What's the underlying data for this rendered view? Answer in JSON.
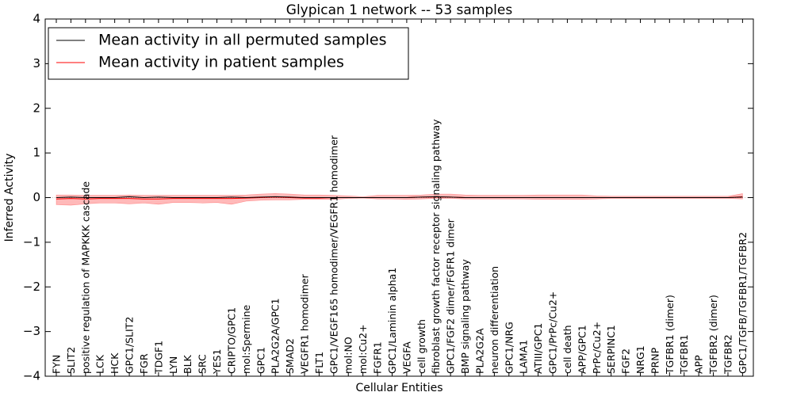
{
  "chart_data": {
    "type": "line",
    "title": "Glypican 1 network -- 53 samples",
    "xlabel": "Cellular Entities",
    "ylabel": "Inferred Activity",
    "ylim": [
      -4,
      4
    ],
    "yticks": [
      "4",
      "3",
      "2",
      "1",
      "0",
      "−1",
      "−2",
      "−3",
      "−4"
    ],
    "grid": false,
    "legend_position": "top-left",
    "categories": [
      "FYN",
      "SLIT2",
      "positive regulation of MAPKKK cascade",
      "LCK",
      "HCK",
      "GPC1/SLIT2",
      "FGR",
      "TDGF1",
      "LYN",
      "BLK",
      "SRC",
      "YES1",
      "CRIPTO/GPC1",
      "mol:Spermine",
      "GPC1",
      "PLA2G2A/GPC1",
      "SMAD2",
      "VEGFR1 homodimer",
      "FLT1",
      "GPC1/VEGF165 homodimer/VEGFR1 homodimer",
      "mol:NO",
      "mol:Cu2+",
      "FGFR1",
      "GPC1/Laminin alpha1",
      "VEGFA",
      "cell growth",
      "fibroblast growth factor receptor signaling pathway",
      "GPC1/FGF2 dimer/FGFR1 dimer",
      "BMP signaling pathway",
      "PLA2G2A",
      "neuron differentiation",
      "GPC1/NRG",
      "LAMA1",
      "ATIII/GPC1",
      "GPC1/PrPc/Cu2+",
      "cell death",
      "APP/GPC1",
      "PrPc/Cu2+",
      "SERPINC1",
      "FGF2",
      "NRG1",
      "PRNP",
      "TGFBR1 (dimer)",
      "TGFBR1",
      "APP",
      "TGFBR2 (dimer)",
      "TGFBR2",
      "GPC1/TGFB/TGFBR1/TGFBR2"
    ],
    "series": [
      {
        "name": "Mean activity in all permuted samples",
        "color": "#000000",
        "values": [
          0.0,
          0.01,
          0.0,
          0.0,
          0.0,
          0.02,
          0.0,
          0.01,
          0.0,
          0.0,
          0.0,
          0.0,
          0.01,
          0.0,
          0.01,
          0.02,
          0.01,
          0.0,
          0.0,
          0.0,
          0.0,
          0.0,
          0.0,
          0.0,
          0.0,
          0.01,
          0.02,
          0.01,
          0.0,
          0.0,
          0.0,
          0.0,
          0.0,
          0.0,
          0.0,
          0.0,
          0.0,
          0.0,
          0.0,
          0.0,
          0.0,
          0.0,
          0.0,
          0.0,
          0.0,
          0.0,
          0.0,
          0.01
        ]
      },
      {
        "name": "Mean activity in patient samples",
        "color": "#ff0000",
        "band_color": "#ff8080",
        "values": [
          -0.03,
          -0.02,
          -0.03,
          -0.02,
          -0.02,
          -0.02,
          -0.03,
          -0.03,
          -0.02,
          -0.02,
          -0.02,
          -0.02,
          -0.02,
          -0.01,
          0.0,
          0.01,
          0.0,
          -0.01,
          -0.01,
          0.0,
          0.0,
          0.0,
          0.0,
          0.0,
          0.0,
          0.01,
          0.01,
          0.01,
          0.0,
          0.0,
          0.0,
          0.0,
          0.0,
          0.0,
          0.0,
          0.0,
          0.0,
          0.0,
          0.0,
          0.0,
          0.0,
          0.0,
          0.0,
          0.0,
          0.0,
          0.0,
          0.0,
          0.02
        ],
        "upper": [
          0.06,
          0.06,
          0.05,
          0.05,
          0.05,
          0.06,
          0.05,
          0.05,
          0.05,
          0.05,
          0.05,
          0.05,
          0.05,
          0.06,
          0.08,
          0.09,
          0.08,
          0.06,
          0.06,
          0.05,
          0.04,
          0.02,
          0.05,
          0.05,
          0.05,
          0.06,
          0.08,
          0.08,
          0.06,
          0.05,
          0.05,
          0.05,
          0.05,
          0.06,
          0.06,
          0.06,
          0.06,
          0.04,
          0.03,
          0.03,
          0.03,
          0.03,
          0.03,
          0.03,
          0.03,
          0.03,
          0.03,
          0.09
        ],
        "lower": [
          -0.16,
          -0.17,
          -0.14,
          -0.12,
          -0.12,
          -0.14,
          -0.12,
          -0.15,
          -0.11,
          -0.11,
          -0.12,
          -0.11,
          -0.15,
          -0.08,
          -0.06,
          -0.05,
          -0.05,
          -0.04,
          -0.04,
          -0.04,
          -0.02,
          -0.01,
          -0.03,
          -0.03,
          -0.04,
          -0.03,
          -0.02,
          -0.02,
          -0.03,
          -0.03,
          -0.03,
          -0.03,
          -0.03,
          -0.04,
          -0.04,
          -0.04,
          -0.04,
          -0.03,
          -0.02,
          -0.02,
          -0.02,
          -0.02,
          -0.02,
          -0.02,
          -0.02,
          -0.02,
          -0.02,
          -0.03
        ]
      }
    ]
  }
}
